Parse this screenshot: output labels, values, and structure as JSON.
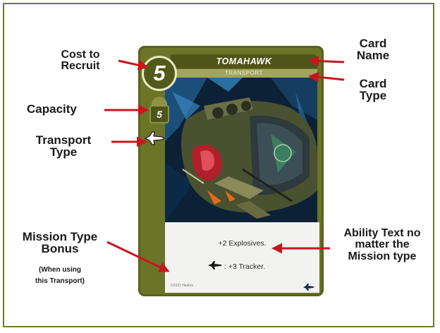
{
  "card": {
    "name": "TOMAHAWK",
    "type": "TRANSPORT",
    "cost": "5",
    "capacity": "5",
    "ability_text": "+2 Explosives.",
    "bonus_text": ": +3 Tracker.",
    "copyright": "©2021 Hasbro",
    "transport_type_icon": "jet-icon"
  },
  "labels": {
    "cost_line1": "Cost to",
    "cost_line2": "Recruit",
    "capacity": "Capacity",
    "transport_line1": "Transport",
    "transport_line2": "Type",
    "card_name_line1": "Card",
    "card_name_line2": "Name",
    "card_type_line1": "Card",
    "card_type_line2": "Type",
    "mission_line1": "Mission Type",
    "mission_line2": "Bonus",
    "mission_note_line1": "(When using",
    "mission_note_line2": "this Transport)",
    "ability_line1": "Ability Text no",
    "ability_line2": "matter the",
    "ability_line3": "Mission type"
  },
  "colors": {
    "card_green": "#6b7427",
    "arrow_red": "#c8161d",
    "frame_border": "#6f7a2c"
  }
}
